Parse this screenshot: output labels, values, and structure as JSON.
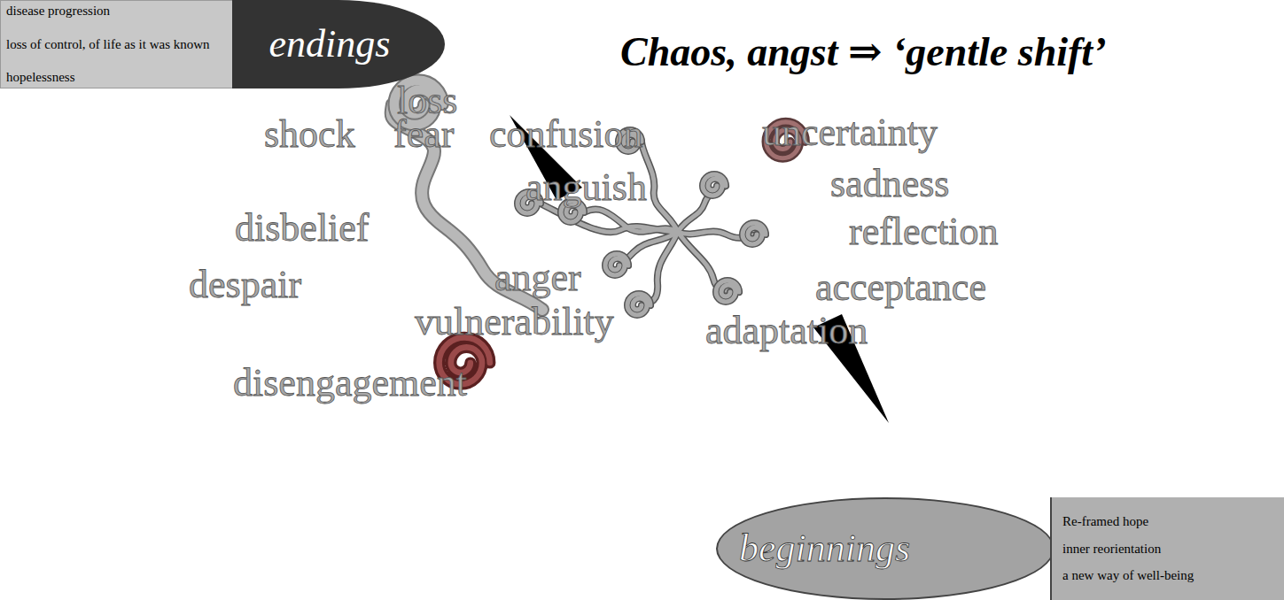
{
  "diagram": {
    "title": "Chaos, angst ⇒ ‘gentle shift’",
    "nodes": [
      {
        "text": [
          "disease progression",
          "loss of control, of life as it was known",
          "hopelessness"
        ]
      },
      {
        "text": [
          "endings"
        ]
      },
      {
        "text": [
          "beginnings"
        ]
      },
      {
        "text": [
          "Re-framed hope",
          "inner reorientation",
          "a new way of well-being"
        ]
      }
    ],
    "labels": [
      "loss",
      "shock",
      "fear",
      "confusion",
      "uncertainty",
      "anguish",
      "sadness",
      "disbelief",
      "reflection",
      "despair",
      "anger",
      "acceptance",
      "vulnerability",
      "adaptation",
      "disengagement"
    ]
  }
}
